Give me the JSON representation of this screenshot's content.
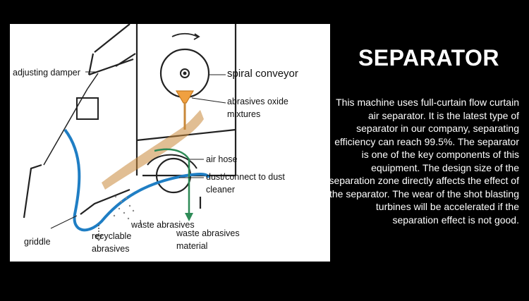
{
  "diagram": {
    "labels": {
      "adjusting_damper": "adjusting damper",
      "spiral_conveyor": "spiral conveyor",
      "abrasives_oxide_1": "abrasives oxide",
      "abrasives_oxide_2": "mixtures",
      "air_hose": "air hose",
      "dust_1": "dust/connect to dust",
      "dust_2": "cleaner",
      "waste_abrasives": "waste abrasives",
      "waste_material_1": "waste abrasives",
      "waste_material_2": "material",
      "griddle": "griddle",
      "recyclable_1": "recyclable",
      "recyclable_2": "abrasives"
    }
  },
  "info": {
    "title": "SEPARATOR",
    "description": "This machine uses full-curtain flow curtain air separator. It is the latest type of separator in our company, separating efficiency can reach 99.5%. The separator is one of the key components of this equipment. The design size of the separation zone directly affects the effect of the separator. The wear of the shot blasting turbines will be accelerated if the separation effect is not good."
  },
  "colors": {
    "hose": "#1f7ec4",
    "arrow_green": "#2e8b57",
    "funnel": "#f0a040",
    "abrasive": "#c8883a"
  }
}
